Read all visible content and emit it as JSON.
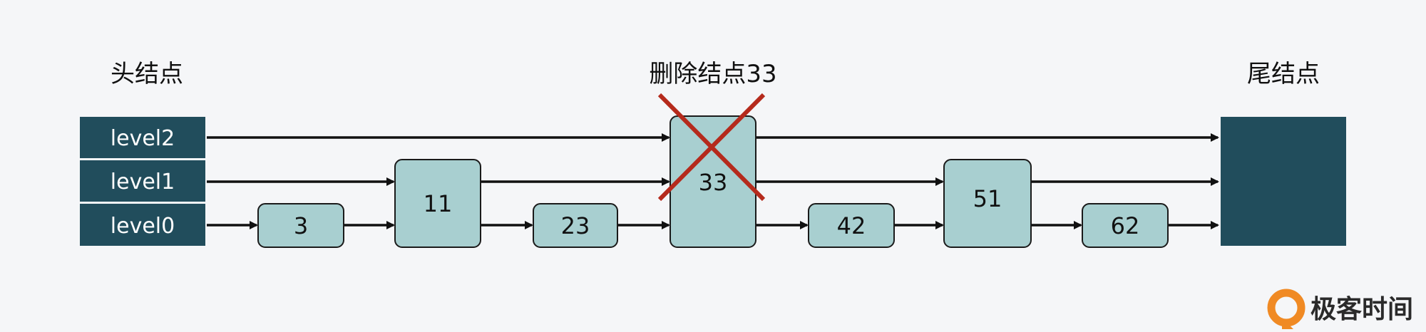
{
  "labels": {
    "head": "头结点",
    "delete": "删除结点33",
    "tail": "尾结点"
  },
  "head_levels": [
    "level2",
    "level1",
    "level0"
  ],
  "nodes": [
    {
      "value": "3",
      "levels": 1
    },
    {
      "value": "11",
      "levels": 2
    },
    {
      "value": "23",
      "levels": 1
    },
    {
      "value": "33",
      "levels": 3,
      "deleted": true
    },
    {
      "value": "42",
      "levels": 1
    },
    {
      "value": "51",
      "levels": 2
    },
    {
      "value": "62",
      "levels": 1
    }
  ],
  "logo": {
    "text": "极客时间"
  },
  "colors": {
    "background": "#f5f6f8",
    "header_fill": "#214d5c",
    "node_fill": "#a8cfd0",
    "node_stroke": "#1a1a1a",
    "arrow": "#111111",
    "cross": "#b52a1c",
    "logo_orange": "#f08a24"
  }
}
